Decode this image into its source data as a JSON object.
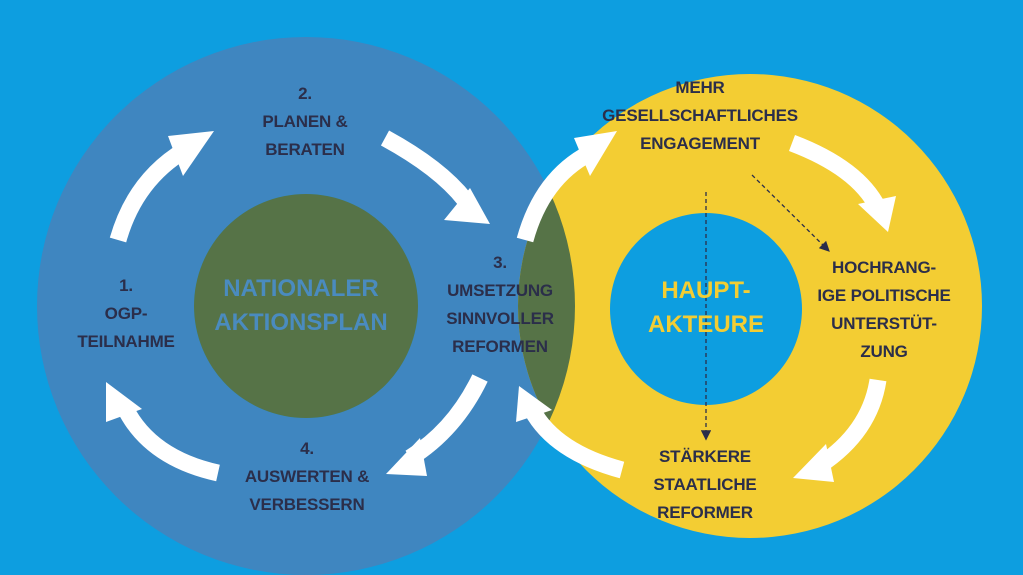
{
  "colors": {
    "background": "#0d9ee0",
    "left_ring": "#3f86c0",
    "right_ring": "#f3cd33",
    "overlap": "#567347",
    "arrow": "#ffffff",
    "text_dark": "#2b2e4a",
    "center_left_text": "#4a8bbf",
    "center_right_text": "#f3cd33"
  },
  "left_cycle": {
    "center_label": [
      "NATIONALER",
      "AKTIONSPLAN"
    ],
    "steps": [
      {
        "lines": [
          "1.",
          "OGP-",
          "TEILNAHME"
        ]
      },
      {
        "lines": [
          "2.",
          "PLANEN &",
          "BERATEN"
        ]
      },
      {
        "lines": [
          "3.",
          "UMSETZUNG",
          "SINNVOLLER",
          "REFORMEN"
        ]
      },
      {
        "lines": [
          "4.",
          "AUSWERTEN &",
          "VERBESSERN"
        ]
      }
    ]
  },
  "right_cycle": {
    "center_label": [
      "HAUPT-",
      "AKTEURE"
    ],
    "items": [
      {
        "lines": [
          "MEHR",
          "GESELLSCHAFTLICHES",
          "ENGAGEMENT"
        ]
      },
      {
        "lines": [
          "HOCHRANG-",
          "IGE POLITISCHE",
          "UNTERSTÜT-",
          "ZUNG"
        ]
      },
      {
        "lines": [
          "STÄRKERE",
          "STAATLICHE",
          "REFORMER"
        ]
      }
    ]
  }
}
